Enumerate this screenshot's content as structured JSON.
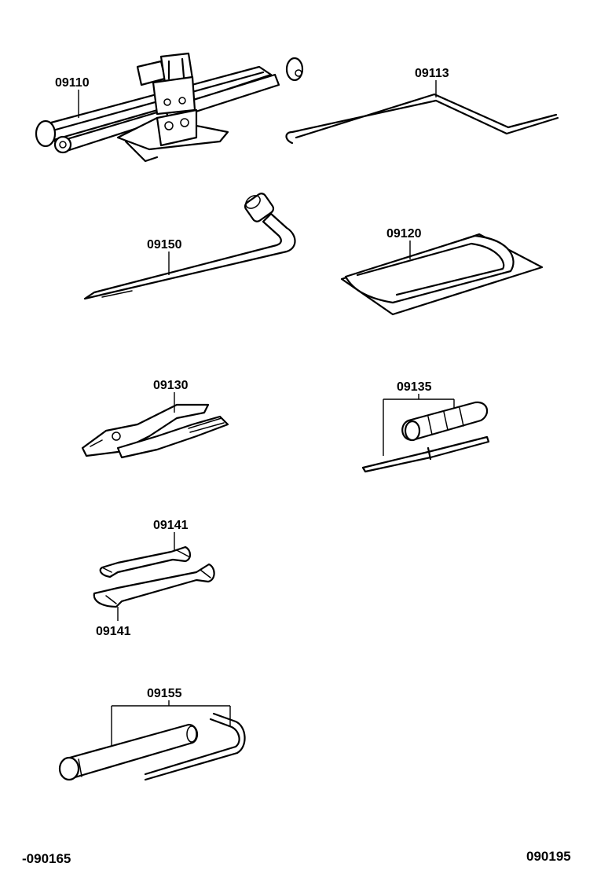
{
  "parts": [
    {
      "id": "jack",
      "number": "09110"
    },
    {
      "id": "jack_handle",
      "number": "09113"
    },
    {
      "id": "wheel_wrench",
      "number": "09150"
    },
    {
      "id": "tool_bag",
      "number": "09120"
    },
    {
      "id": "pliers",
      "number": "09130"
    },
    {
      "id": "screwdriver",
      "number": "09135"
    },
    {
      "id": "wrench_upper",
      "number": "09141"
    },
    {
      "id": "wrench_lower",
      "number": "09141"
    },
    {
      "id": "plug_wrench",
      "number": "09155"
    }
  ],
  "footer": {
    "left_code": "-090165",
    "right_code": "090195"
  }
}
